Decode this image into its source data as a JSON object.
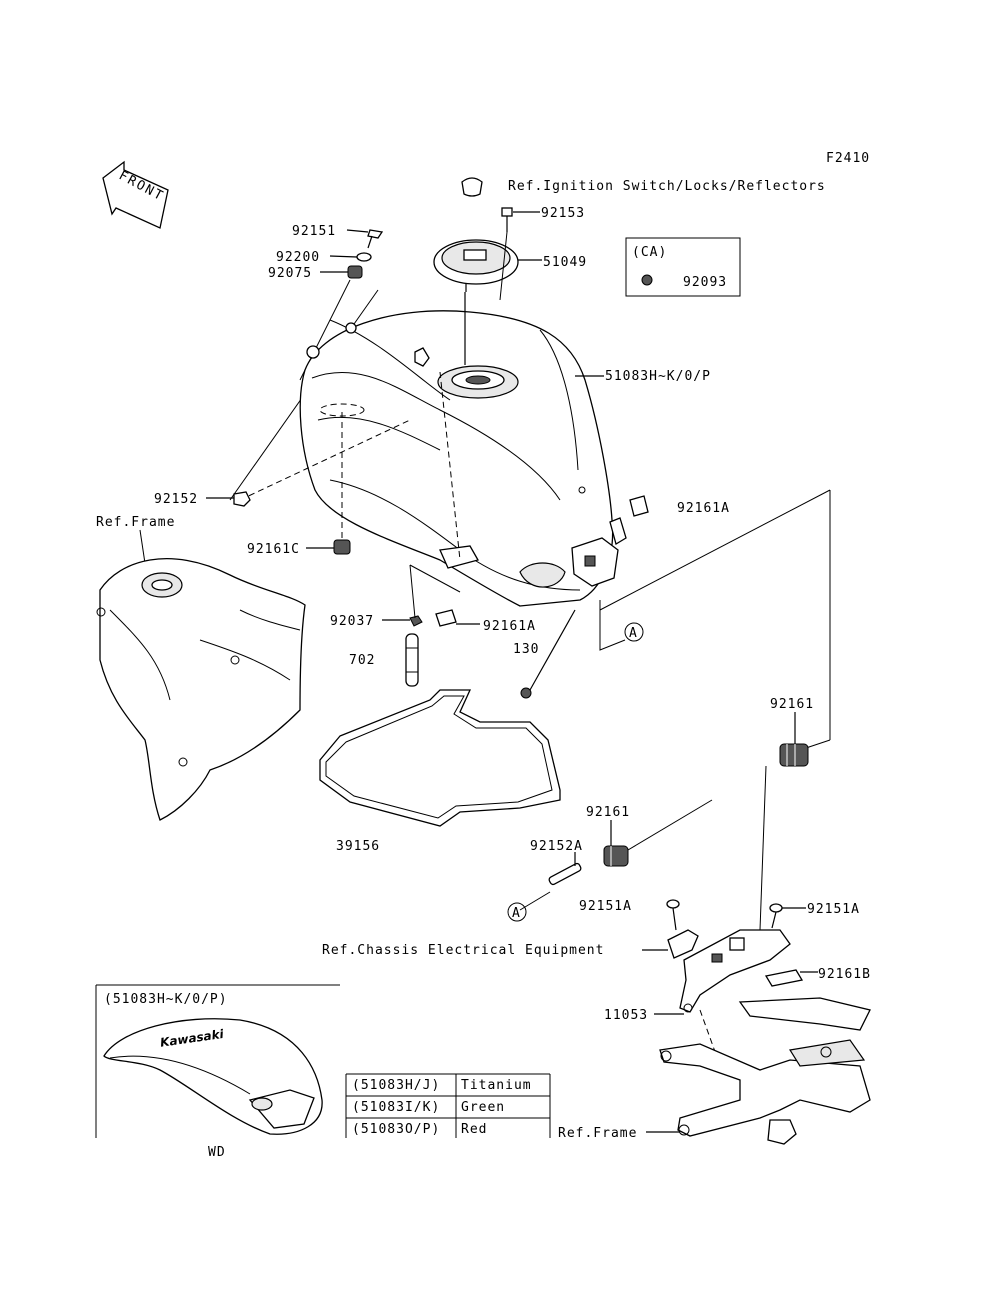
{
  "figure_code": "F2410",
  "front_label": "FRONT",
  "refs": {
    "ignition": "Ref.Ignition Switch/Locks/Reflectors",
    "frame_left": "Ref.Frame",
    "chassis_electrical": "Ref.Chassis Electrical Equipment",
    "frame_bottom": "Ref.Frame"
  },
  "ca_box": {
    "title": "(CA)",
    "part": "92093"
  },
  "parts": {
    "p92151": "92151",
    "p92200": "92200",
    "p92075": "92075",
    "p92153": "92153",
    "p51049": "51049",
    "p51083": "51083H~K/0/P",
    "p92152": "92152",
    "p92161C": "92161C",
    "p92161A_top": "92161A",
    "p92037": "92037",
    "p92161A_mid": "92161A",
    "p702": "702",
    "p130": "130",
    "p39156": "39156",
    "p92161_right": "92161",
    "p92161_mid": "92161",
    "p92152A": "92152A",
    "p92151A_left": "92151A",
    "p92151A_right": "92151A",
    "p92161B": "92161B",
    "p11053": "11053",
    "marker_a": "A"
  },
  "inset": {
    "title": "(51083H~K/0/P)",
    "logo": "Kawasaki",
    "footer": "WD"
  },
  "color_table": [
    {
      "code": "(51083H/J)",
      "color": "Titanium"
    },
    {
      "code": "(51083I/K)",
      "color": "Green"
    },
    {
      "code": "(51083O/P)",
      "color": "Red"
    }
  ]
}
